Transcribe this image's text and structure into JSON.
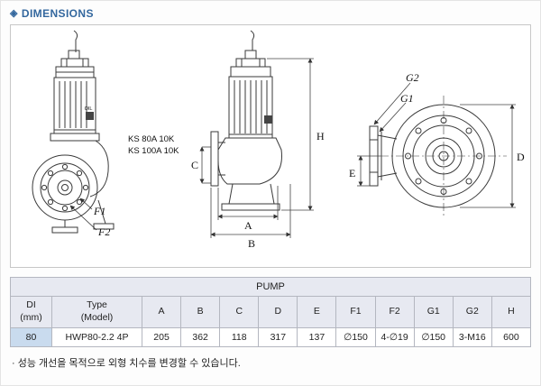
{
  "page": {
    "title_icon": "◈",
    "title": "DIMENSIONS"
  },
  "drawing": {
    "labels": {
      "ks1": "KS 80A 10K",
      "ks2": "KS 100A 10K",
      "oil": "OIL",
      "a": "A",
      "b": "B",
      "c": "C",
      "d": "D",
      "e": "E",
      "h": "H",
      "f1": "F1",
      "f2": "F2",
      "g1": "G1",
      "g2": "G2"
    }
  },
  "table": {
    "group_header": "PUMP",
    "columns": [
      "DI\n(mm)",
      "Type\n(Model)",
      "A",
      "B",
      "C",
      "D",
      "E",
      "F1",
      "F2",
      "G1",
      "G2",
      "H"
    ],
    "row": [
      "80",
      "HWP80-2.2 4P",
      "205",
      "362",
      "118",
      "317",
      "137",
      "∅150",
      "4-∅19",
      "∅150",
      "3-M16",
      "600"
    ]
  },
  "footer": {
    "note": "· 성능 개선을 목적으로 외형 치수를 변경할 수 있습니다."
  }
}
